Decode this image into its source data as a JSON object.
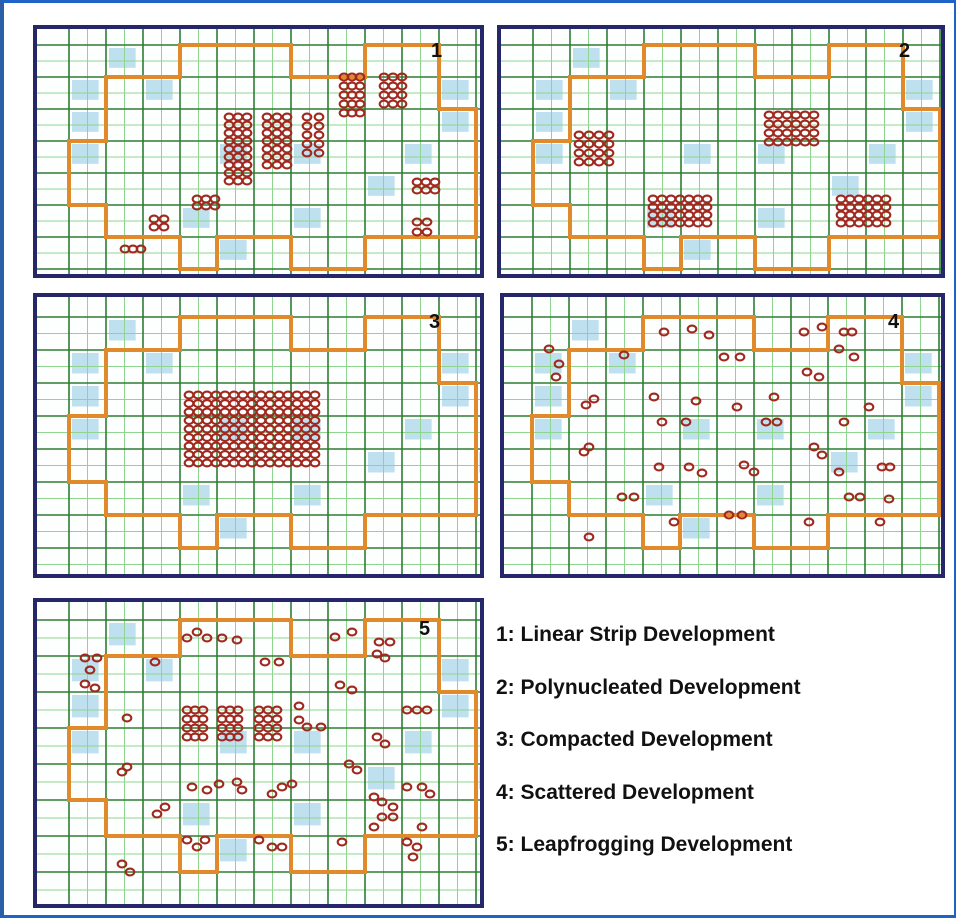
{
  "panels": [
    {
      "number": "1",
      "label": "1: Linear Strip Development"
    },
    {
      "number": "2",
      "label": "2: Polynucleated Development"
    },
    {
      "number": "3",
      "label": "3: Compacted Development"
    },
    {
      "number": "4",
      "label": "4: Scattered Development"
    },
    {
      "number": "5",
      "label": "5: Leapfrogging Development"
    }
  ],
  "colors": {
    "boundary": "#e08a2c",
    "grid": "#2e7d32",
    "subgrid": "#8fd48f",
    "water": "#bfe0ef",
    "circle": "#a0281e",
    "panel_border": "#26266a",
    "frame": "#1e63c8"
  }
}
